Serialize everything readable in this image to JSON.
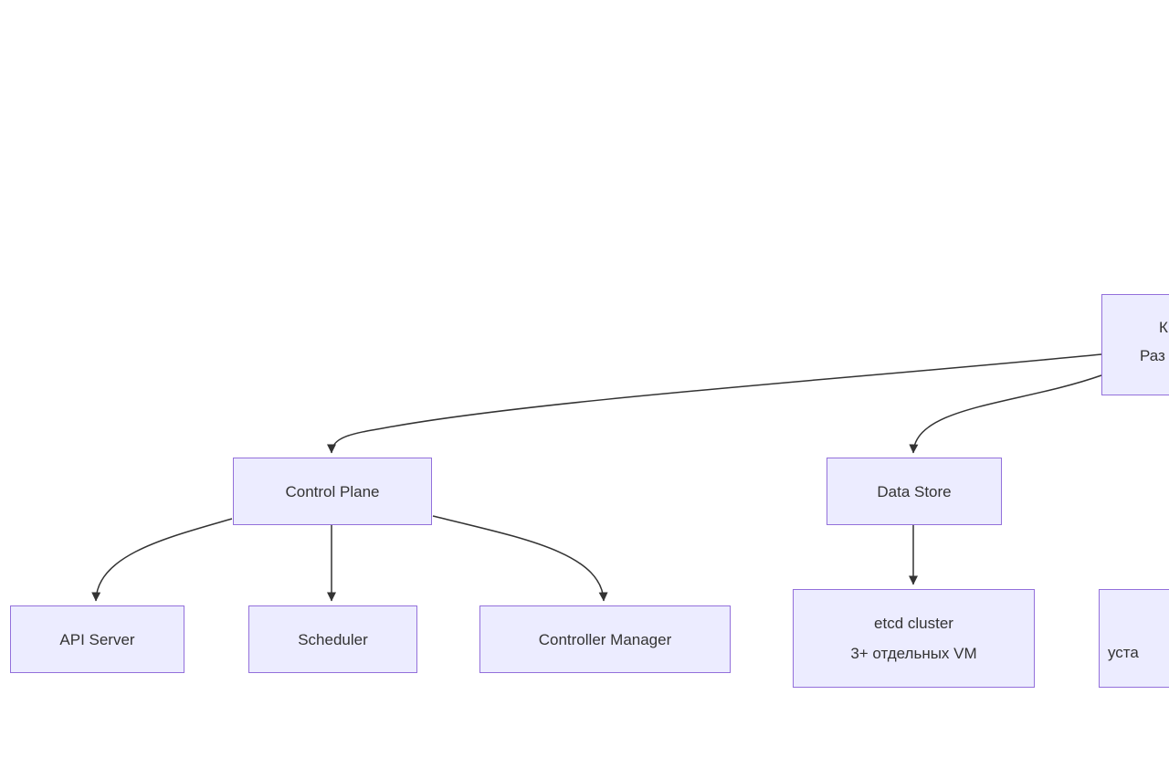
{
  "diagram": {
    "type": "flowchart",
    "colors": {
      "node_fill": "#ECECFF",
      "node_border": "#9370DB",
      "edge": "#333333",
      "text": "#333333",
      "background": "#FFFFFF"
    },
    "nodes": {
      "root": {
        "line1": "К",
        "line2": "Раз"
      },
      "control_plane": {
        "label": "Control Plane"
      },
      "data_store": {
        "label": "Data Store"
      },
      "api_server": {
        "label": "API Server"
      },
      "scheduler": {
        "label": "Scheduler"
      },
      "controller_manager": {
        "label": "Controller Manager"
      },
      "etcd_cluster": {
        "line1": "etcd cluster",
        "line2": "3+ отдельных VM"
      },
      "bottom_right": {
        "line2": "уста"
      }
    },
    "edges": [
      {
        "from": "root",
        "to": "control_plane"
      },
      {
        "from": "root",
        "to": "data_store"
      },
      {
        "from": "control_plane",
        "to": "api_server"
      },
      {
        "from": "control_plane",
        "to": "scheduler"
      },
      {
        "from": "control_plane",
        "to": "controller_manager"
      },
      {
        "from": "data_store",
        "to": "etcd_cluster"
      }
    ]
  }
}
